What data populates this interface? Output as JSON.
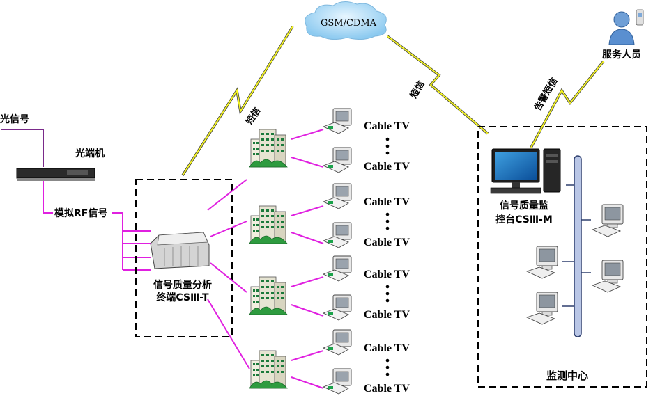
{
  "cloud": {
    "label": "GSM/CDMA"
  },
  "sms_label_left": "短信",
  "sms_label_mid": "短信",
  "alarm_sms_label": "告警短信",
  "service_person": {
    "label": "服务人员"
  },
  "optical_signal": {
    "label": "光信号"
  },
  "optical_receiver": {
    "label": "光端机"
  },
  "analog_rf": {
    "label": "模拟RF信号"
  },
  "terminal": {
    "line1": "信号质量分析",
    "line2": "终端CSⅢ-T"
  },
  "console": {
    "line1": "信号质量监",
    "line2": "控台CSⅢ-M"
  },
  "monitor_center": {
    "label": "监测中心"
  },
  "cable_tv_labels": [
    "Cable TV",
    "Cable TV",
    "Cable TV",
    "Cable TV",
    "Cable TV",
    "Cable TV",
    "Cable TV",
    "Cable TV"
  ],
  "colors": {
    "magenta": "#e020e0",
    "purple": "#7a2a8a",
    "lightning": "#f4f423",
    "cloud": "#9fd3f3",
    "bus": "#b9c6e6"
  }
}
